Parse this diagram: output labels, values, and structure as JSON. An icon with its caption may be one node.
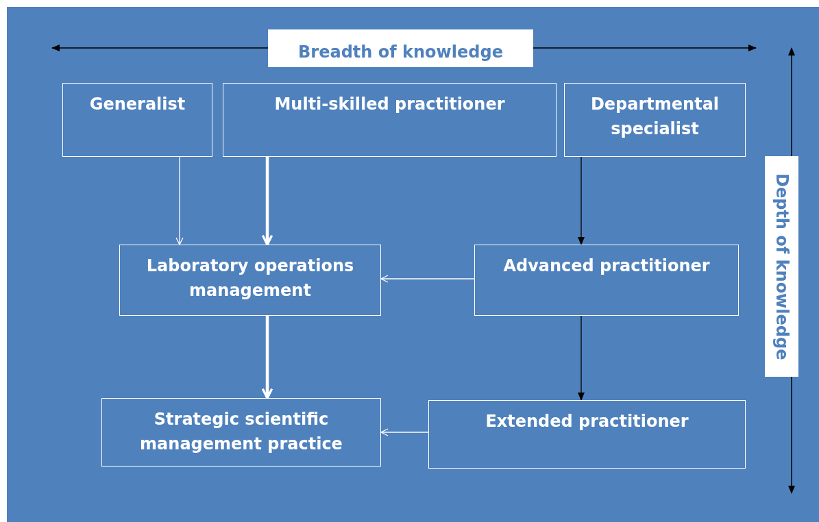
{
  "diagram": {
    "nodes": [
      {
        "text": [
          "Generalist"
        ]
      },
      {
        "text": [
          "Multi-skilled practitioner"
        ]
      },
      {
        "text": [
          "Departmental specialist"
        ]
      },
      {
        "text": [
          "Laboratory operations management"
        ]
      },
      {
        "text": [
          "Advanced practitioner"
        ]
      },
      {
        "text": [
          "Strategic scientific management practice"
        ]
      },
      {
        "text": [
          "Extended practitioner"
        ]
      }
    ],
    "edges": [
      {
        "from": 0,
        "to": 3,
        "arrow": "to"
      },
      {
        "from": 1,
        "to": 3,
        "arrow": "to",
        "style": "thick"
      },
      {
        "from": 2,
        "to": 4,
        "arrow": "to",
        "color": "#000000"
      },
      {
        "from": 4,
        "to": 3,
        "arrow": "to"
      },
      {
        "from": 3,
        "to": 5,
        "arrow": "to",
        "style": "thick"
      },
      {
        "from": 4,
        "to": 6,
        "arrow": "to",
        "color": "#000000"
      },
      {
        "from": 6,
        "to": 5,
        "arrow": "to"
      }
    ],
    "labels": [
      "Breadth of knowledge",
      "Depth of knowledge"
    ]
  }
}
